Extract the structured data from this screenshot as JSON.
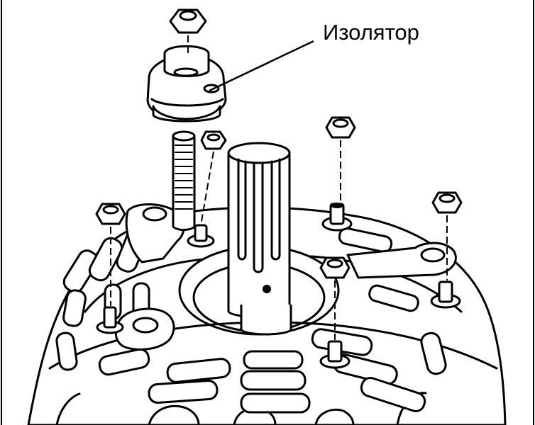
{
  "callout": {
    "label": "Изолятор"
  },
  "parts": [
    "alternator-housing",
    "terminal-stud",
    "insulator",
    "terminal-nut",
    "mounting-nut",
    "rear-cover-bolt",
    "shaft"
  ]
}
